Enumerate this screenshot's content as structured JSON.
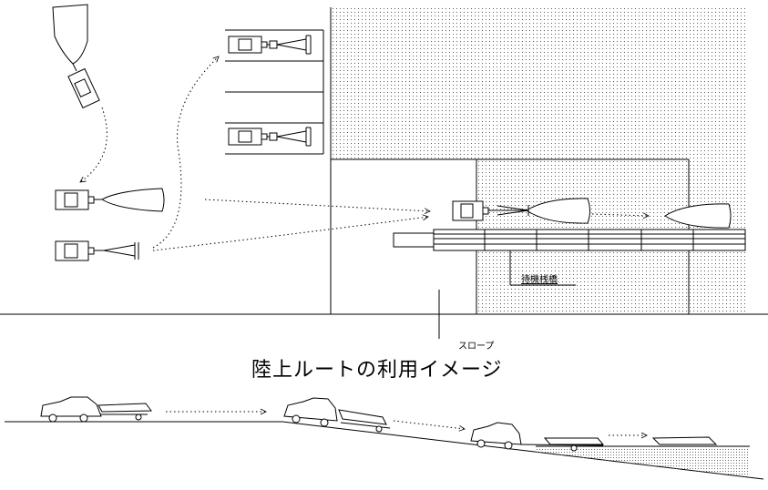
{
  "labels": {
    "slope": "スロープ",
    "title": "陸上ルートの利用イメージ",
    "pier": "待機桟橋"
  },
  "colors": {
    "line": "#000000",
    "background": "#ffffff",
    "stipple": "#5a5a5a"
  }
}
